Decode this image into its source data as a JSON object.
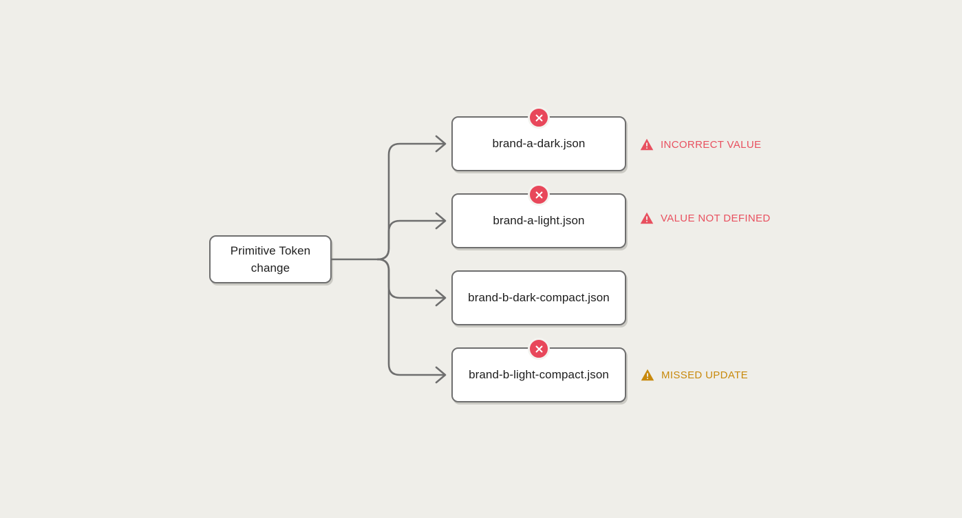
{
  "background_color": "#efeee9",
  "source": {
    "label": "Primitive Token\nchange",
    "name": "primitive-token-change-node"
  },
  "colors": {
    "node_border": "#6e6e6e",
    "node_fill": "#ffffff",
    "connector": "#6e6e6e",
    "badge_red": "#e8475a",
    "error_red": "#e8505f",
    "warn_amber": "#c8890c",
    "text": "#1d1d1d"
  },
  "nodes": [
    {
      "file": "brand-a-dark.json",
      "has_error_badge": true,
      "badge_icon": "close-x-icon",
      "warning": {
        "text": "INCORRECT VALUE",
        "color": "#e8505f",
        "icon": "warning-triangle-icon"
      }
    },
    {
      "file": "brand-a-light.json",
      "has_error_badge": true,
      "badge_icon": "close-x-icon",
      "warning": {
        "text": "VALUE NOT DEFINED",
        "color": "#e8505f",
        "icon": "warning-triangle-icon"
      }
    },
    {
      "file": "brand-b-dark-compact.json",
      "has_error_badge": false,
      "badge_icon": null,
      "warning": null
    },
    {
      "file": "brand-b-light-compact.json",
      "has_error_badge": true,
      "badge_icon": "close-x-icon",
      "warning": {
        "text": "MISSED UPDATE",
        "color": "#c8890c",
        "icon": "warning-triangle-icon"
      }
    }
  ]
}
